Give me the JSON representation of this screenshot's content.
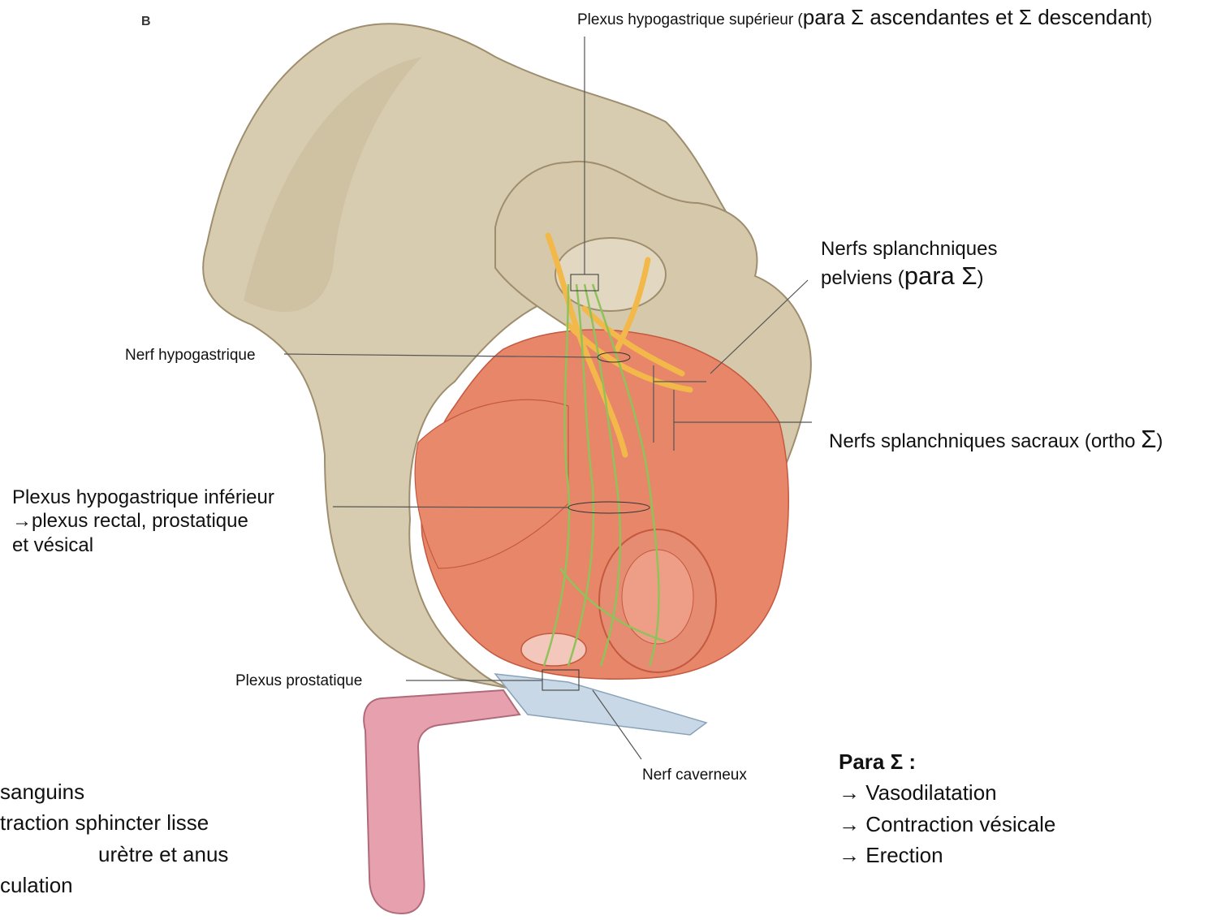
{
  "figure": {
    "panel_letter": "B",
    "colors": {
      "bone": "#d8ccb0",
      "bone_shadow": "#b9a985",
      "muscle": "#e8866a",
      "muscle_dark": "#d2674b",
      "nerve_yellow": "#f2b94a",
      "nerve_green": "#8fc25a",
      "penis": "#e7a0ad",
      "ligament": "#c8d8e6"
    }
  },
  "labels": {
    "superior_plexus": {
      "part1": "Plexus hypogastrique supérieur (",
      "part2": "para Σ ascendantes et Σ descendant",
      "part3": ")"
    },
    "pelvic_splanchnic": {
      "line1": "Nerfs splanchniques",
      "line2_pre": "pelviens (",
      "line2_para": "para",
      "line2_sigma": " Σ",
      "line2_post": ")"
    },
    "hypogastric_nerve": "Nerf hypogastrique",
    "sacral_splanchnic": {
      "pre": "Nerfs splanchniques sacraux (ortho ",
      "sigma": "Σ",
      "post": ")"
    },
    "inferior_plexus": {
      "line1": "Plexus hypogastrique inférieur",
      "line2": "→plexus rectal, prostatique",
      "line3": "et vésical"
    },
    "prostatic_plexus": "Plexus prostatique",
    "cavernous_nerve": "Nerf caverneux"
  },
  "para_box": {
    "title": "Para Σ :",
    "items": [
      "→ Vasodilatation",
      "→ Contraction vésicale",
      "→ Erection"
    ]
  },
  "ortho_box_cut": {
    "line1": "sanguins",
    "line2": "traction sphincter lisse",
    "line3": "urètre et anus",
    "line4": "culation"
  }
}
